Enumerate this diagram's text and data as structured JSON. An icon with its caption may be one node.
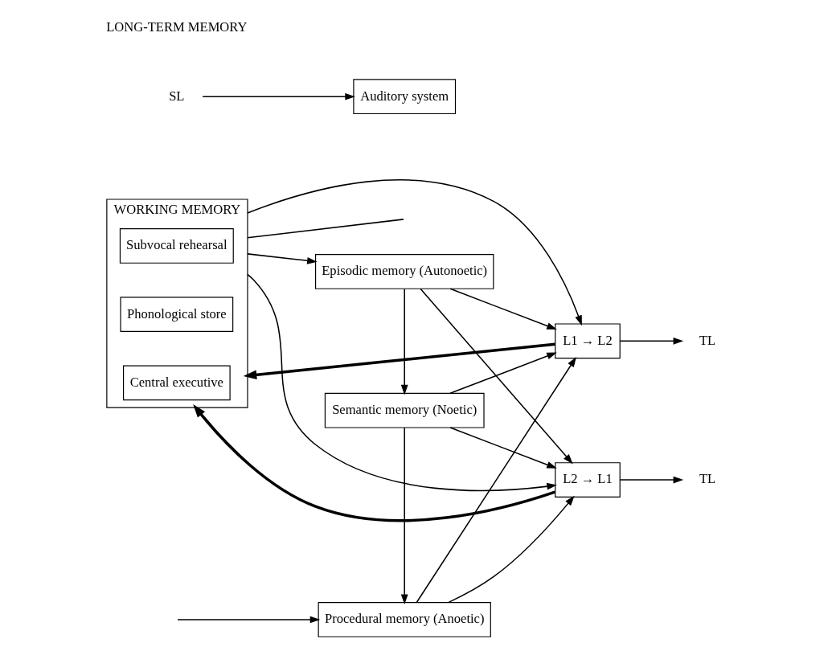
{
  "diagram": {
    "nodes": [
      {
        "text": [
          "WORKING MEMORY"
        ]
      },
      {
        "text": [
          "Central executive"
        ],
        "in": 0
      },
      {
        "text": [
          "Phonological store"
        ],
        "in": 0
      },
      {
        "text": [
          "Subvocal rehearsal"
        ],
        "in": 0
      },
      {
        "text": [
          "Auditory system"
        ]
      },
      {
        "text": [
          "SL"
        ]
      },
      {
        "text": [
          "TL"
        ]
      },
      {
        "text": [
          "TL"
        ]
      },
      {
        "text": [
          "L2 → L1"
        ]
      },
      {
        "text": [
          "L1 → L2"
        ]
      },
      {
        "text": [
          "Procedural memory (Anoetic)"
        ]
      },
      {
        "text": [
          "Semantic memory (Noetic)"
        ]
      },
      {
        "text": [
          "Episodic memory (Autonoetic)"
        ]
      }
    ],
    "edges": [
      {
        "from": 5,
        "to": 4,
        "arrow": "to"
      },
      {
        "from": 8,
        "to": 6,
        "arrow": "to"
      },
      {
        "from": 9,
        "to": 7,
        "arrow": "to"
      },
      {
        "from": 9,
        "to": 0,
        "arrow": "to",
        "style": "thick"
      },
      {
        "from": 8,
        "to": 0,
        "arrow": "to",
        "style": "thick"
      },
      {
        "from": 0,
        "to": 8,
        "arrow": "to"
      },
      {
        "from": 0,
        "to": 9,
        "arrow": "to"
      },
      {
        "from": 0,
        "to": 12,
        "arrow": "to"
      },
      {
        "from": 0,
        "to": null,
        "arrow": "none"
      },
      {
        "from": null,
        "to": 10,
        "arrow": "to"
      },
      {
        "from": 12,
        "to": 11,
        "arrow": "to"
      },
      {
        "from": 11,
        "to": 10,
        "arrow": "to"
      },
      {
        "from": 10,
        "to": 8,
        "arrow": "to"
      },
      {
        "from": 10,
        "to": 9,
        "arrow": "to"
      },
      {
        "from": 11,
        "to": 8,
        "arrow": "to"
      },
      {
        "from": 11,
        "to": 9,
        "arrow": "to"
      },
      {
        "from": 12,
        "to": 8,
        "arrow": "to"
      },
      {
        "from": 12,
        "to": 9,
        "arrow": "to"
      }
    ],
    "labels": [
      "LONG-TERM MEMORY"
    ]
  }
}
